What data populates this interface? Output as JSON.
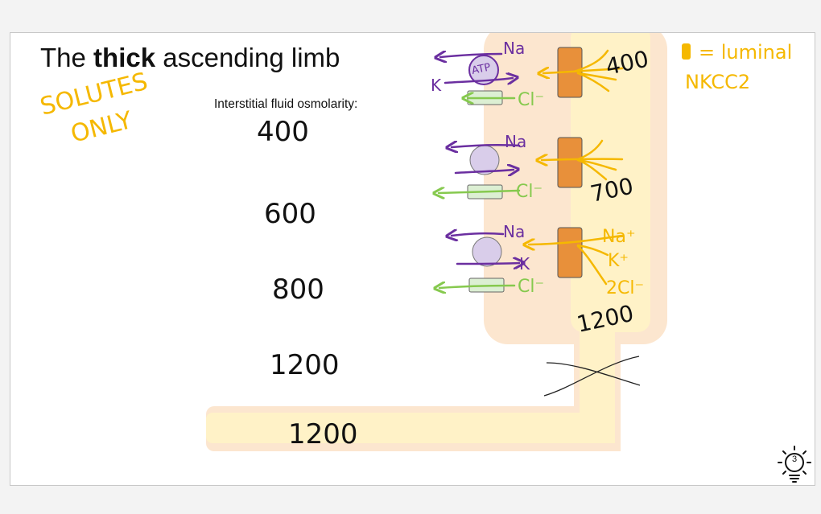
{
  "slide": {
    "title_prefix": "The ",
    "title_bold": "thick",
    "title_suffix": " ascending limb",
    "interstitial_label": "Interstitial fluid osmolarity:",
    "page_number": "3"
  },
  "annotations": {
    "solutes_line1": "SOLUTES",
    "solutes_line2": "ONLY",
    "legend_line1": "= luminal",
    "legend_line2": "NKCC2"
  },
  "interstitial_values": [
    "400",
    "600",
    "800",
    "1200",
    "1200"
  ],
  "lumen_values": [
    "400",
    "700",
    "1200"
  ],
  "cell_labels": {
    "atp": "ATP",
    "row1": {
      "na": "Na",
      "k": "K",
      "cl": "Cl⁻"
    },
    "row2": {
      "na": "Na",
      "cl": "Cl⁻"
    },
    "row3": {
      "na": "Na",
      "k": "K",
      "cl": "Cl⁻",
      "lumen_na": "Na⁺",
      "lumen_k": "K⁺",
      "lumen_cl": "2Cl⁻"
    }
  },
  "colors": {
    "purple": "#6b2fa0",
    "orange": "#f5b800",
    "green": "#86c94e",
    "cell_fill": "#fce6cf",
    "lumen_fill": "#fff2c7",
    "transporter_fill": "#e8903a",
    "pump_fill": "#d9cdea",
    "channel_fill": "#dcefd3"
  }
}
